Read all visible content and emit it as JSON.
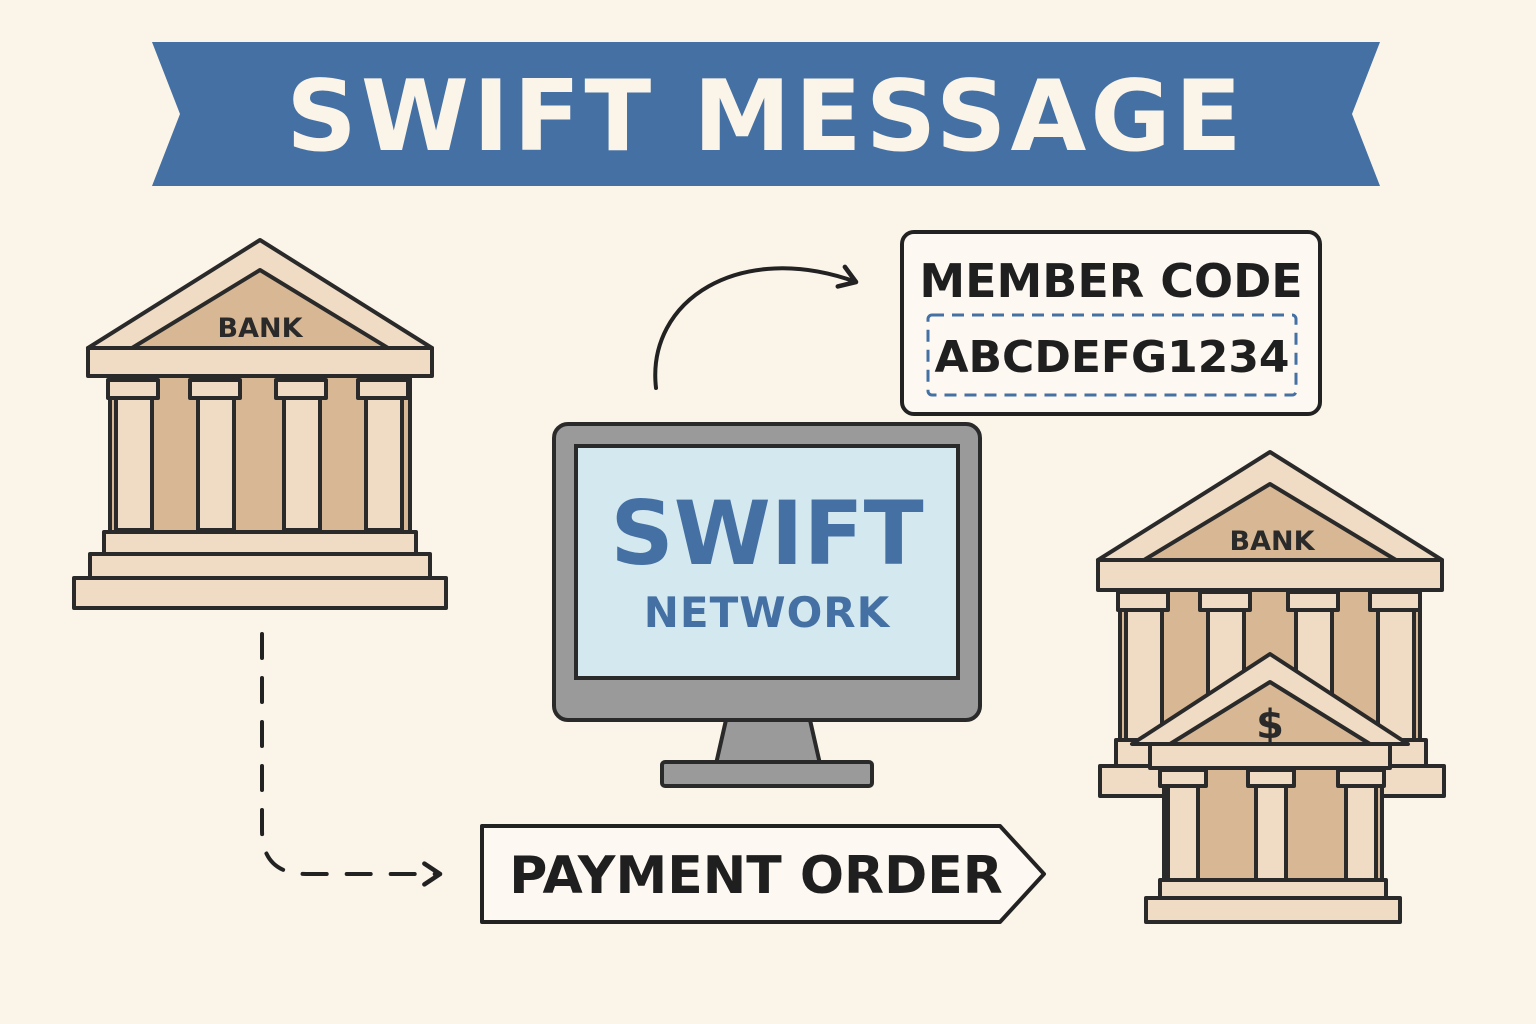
{
  "banner": {
    "title": "SWIFT MESSAGE"
  },
  "left_bank": {
    "label": "BANK"
  },
  "right_bank": {
    "label": "BANK",
    "front_symbol": "$"
  },
  "network": {
    "title": "SWIFT",
    "subtitle": "NETWORK"
  },
  "member_code": {
    "label": "MEMBER CODE",
    "code": "ABCDEFG1234"
  },
  "payment_order": {
    "label": "PAYMENT ORDER"
  },
  "colors": {
    "background": "#fbf4e9",
    "banner_blue": "#4470a3",
    "bank_light": "#f0dcc4",
    "bank_dark": "#d8b894",
    "outline": "#2a2a2a",
    "screen": "#d4e8f0",
    "monitor_grey": "#9a9a9a"
  }
}
